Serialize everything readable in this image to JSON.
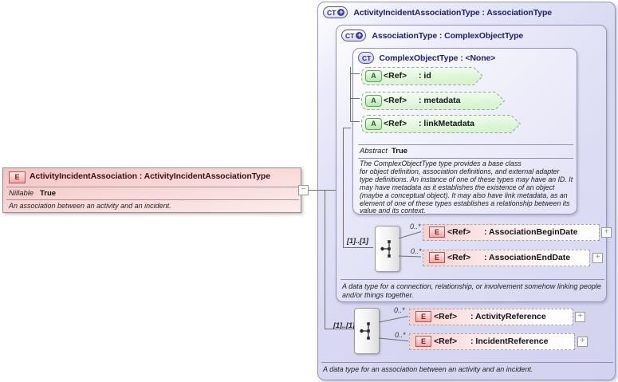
{
  "icons": {
    "ct": "CT",
    "plus": "+",
    "e": "E",
    "a": "A",
    "minus": "−",
    "expand": "+"
  },
  "element_box": {
    "title": "ActivityIncidentAssociation : ActivityIncidentAssociationType",
    "prop_label": "Nillable",
    "prop_value": "True",
    "description": "An association between an activity and an incident."
  },
  "outer": {
    "title": "ActivityIncidentAssociationType : AssociationType",
    "description": "A data type for an association between an activity and an incident.",
    "cardinality": "[1]..[1]",
    "children": [
      {
        "occurs": "0..*",
        "ref": "<Ref>",
        "name": ": ActivityReference"
      },
      {
        "occurs": "0..*",
        "ref": "<Ref>",
        "name": ": IncidentReference"
      }
    ],
    "base": {
      "title": "AssociationType : ComplexObjectType",
      "description": "A data type for a connection, relationship, or involvement somehow linking people and/or things together.",
      "cardinality": "[1]..[1]",
      "children": [
        {
          "occurs": "0..*",
          "ref": "<Ref>",
          "name": ": AssociationBeginDate"
        },
        {
          "occurs": "0..*",
          "ref": "<Ref>",
          "name": ": AssociationEndDate"
        }
      ],
      "base": {
        "title": "ComplexObjectType : <None>",
        "attributes": [
          {
            "ref": "<Ref>",
            "name": ": id"
          },
          {
            "ref": "<Ref>",
            "name": ": metadata"
          },
          {
            "ref": "<Ref>",
            "name": ": linkMetadata"
          }
        ],
        "prop_label": "Abstract",
        "prop_value": "True",
        "description": "The ComplexObjectType type provides a base class\nfor object definition, association definitions, and external adapter type definitions. An instance of one of these types may have an ID. It may have metadata as it establishes the existence of an object (maybe a conceptual object). It may also have link metadata, as an element of one of these types establishes a relationship between its value and its context."
      }
    }
  }
}
